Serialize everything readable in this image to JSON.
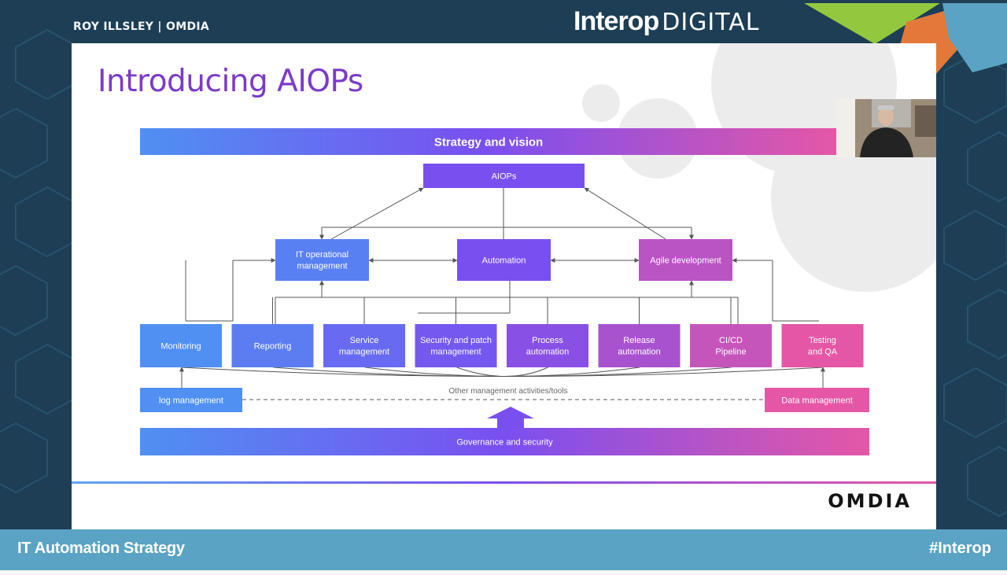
{
  "header": {
    "presenter": "ROY ILLSLEY | OMDIA",
    "logo_bold": "Interop",
    "logo_thin": "DIGITAL"
  },
  "slide": {
    "title": "Introducing AIOPs",
    "brand": "OMDIA",
    "diagram": {
      "strategy": "Strategy and vision",
      "aiops": "AIOPs",
      "middle": [
        "IT operational|management",
        "Automation",
        "Agile development"
      ],
      "activities": [
        "Monitoring",
        "Reporting",
        "Service|management",
        "Security and patch|management",
        "Process|automation",
        "Release|automation",
        "CI/CD|Pipeline",
        "Testing|and QA"
      ],
      "log_management": "log  management",
      "other": "Other management activities/tools",
      "data_management": "Data management",
      "governance": "Governance and security"
    }
  },
  "footer": {
    "title": "IT Automation Strategy",
    "hashtag": "#Interop"
  },
  "colors": {
    "purple": "#7b3bc6",
    "blue": "#4f90f2",
    "violet": "#7a4ff0",
    "pink": "#e557a6",
    "frame": "#1e3f55",
    "bar": "#5aa3c4"
  }
}
